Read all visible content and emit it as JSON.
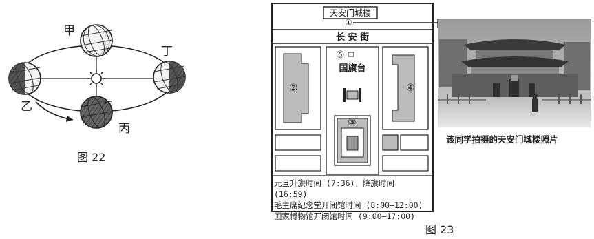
{
  "fig22": {
    "caption": "图 22",
    "positions": {
      "jia": "甲",
      "yi": "乙",
      "bing": "丙",
      "ding": "丁"
    }
  },
  "fig23": {
    "caption": "图 23",
    "title": "天安门城楼",
    "street": "长 安 街",
    "labels": {
      "m1": "①",
      "m2": "②",
      "m3": "③",
      "m4": "④",
      "m5": "⑤"
    },
    "flagpole": "国旗台",
    "notes": [
      "元旦升旗时间 (7:36)，降旗时间 (16:59)",
      "毛主席纪念堂开闭馆时间 (8:00—12:00)",
      "国家博物馆开闭馆时间 (9:00—17:00)"
    ],
    "photo_caption": "该同学拍摄的天安门城楼照片"
  }
}
